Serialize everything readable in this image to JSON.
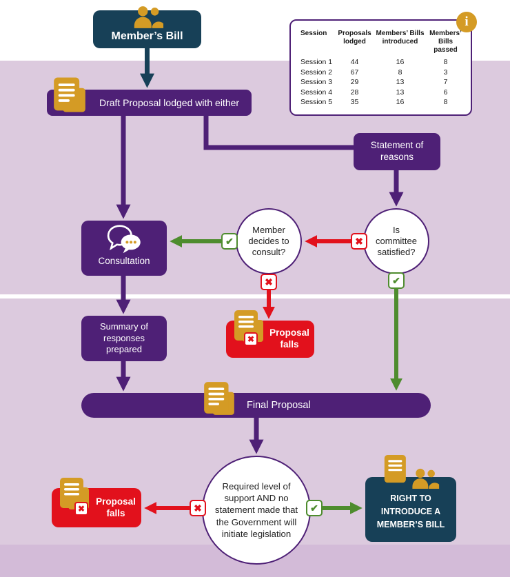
{
  "icons": {
    "check": "✔",
    "cross": "✖",
    "info": "i"
  },
  "colors": {
    "purple": "#4e2076",
    "navy": "#174057",
    "gold": "#d49b25",
    "red": "#e2111c",
    "green": "#4e8c2e",
    "lavender": "#dccade",
    "lavender_dark": "#d3bbd8"
  },
  "flow": {
    "members_bill": "Member’s Bill",
    "draft_proposal": "Draft Proposal lodged with either",
    "statement_of_reasons": "Statement of reasons",
    "committee_question": "Is committee satisfied?",
    "consult_question": "Member decides to consult?",
    "consultation": "Consultation",
    "summary": "Summary of responses prepared",
    "proposal_falls_mid": "Proposal falls",
    "final_proposal": "Final Proposal",
    "support_question": "Required level of support AND no statement made that the Government will initiate legislation",
    "proposal_falls_end": "Proposal falls",
    "right_to_introduce": "RIGHT TO INTRODUCE A MEMBER’S BILL"
  },
  "stats_table": {
    "headers": [
      "Session",
      "Proposals lodged",
      "Members’ Bills introduced",
      "Members’ Bills passed"
    ],
    "rows": [
      [
        "Session 1",
        "44",
        "16",
        "8"
      ],
      [
        "Session 2",
        "67",
        "8",
        "3"
      ],
      [
        "Session 3",
        "29",
        "13",
        "7"
      ],
      [
        "Session 4",
        "28",
        "13",
        "6"
      ],
      [
        "Session 5",
        "35",
        "16",
        "8"
      ]
    ]
  }
}
